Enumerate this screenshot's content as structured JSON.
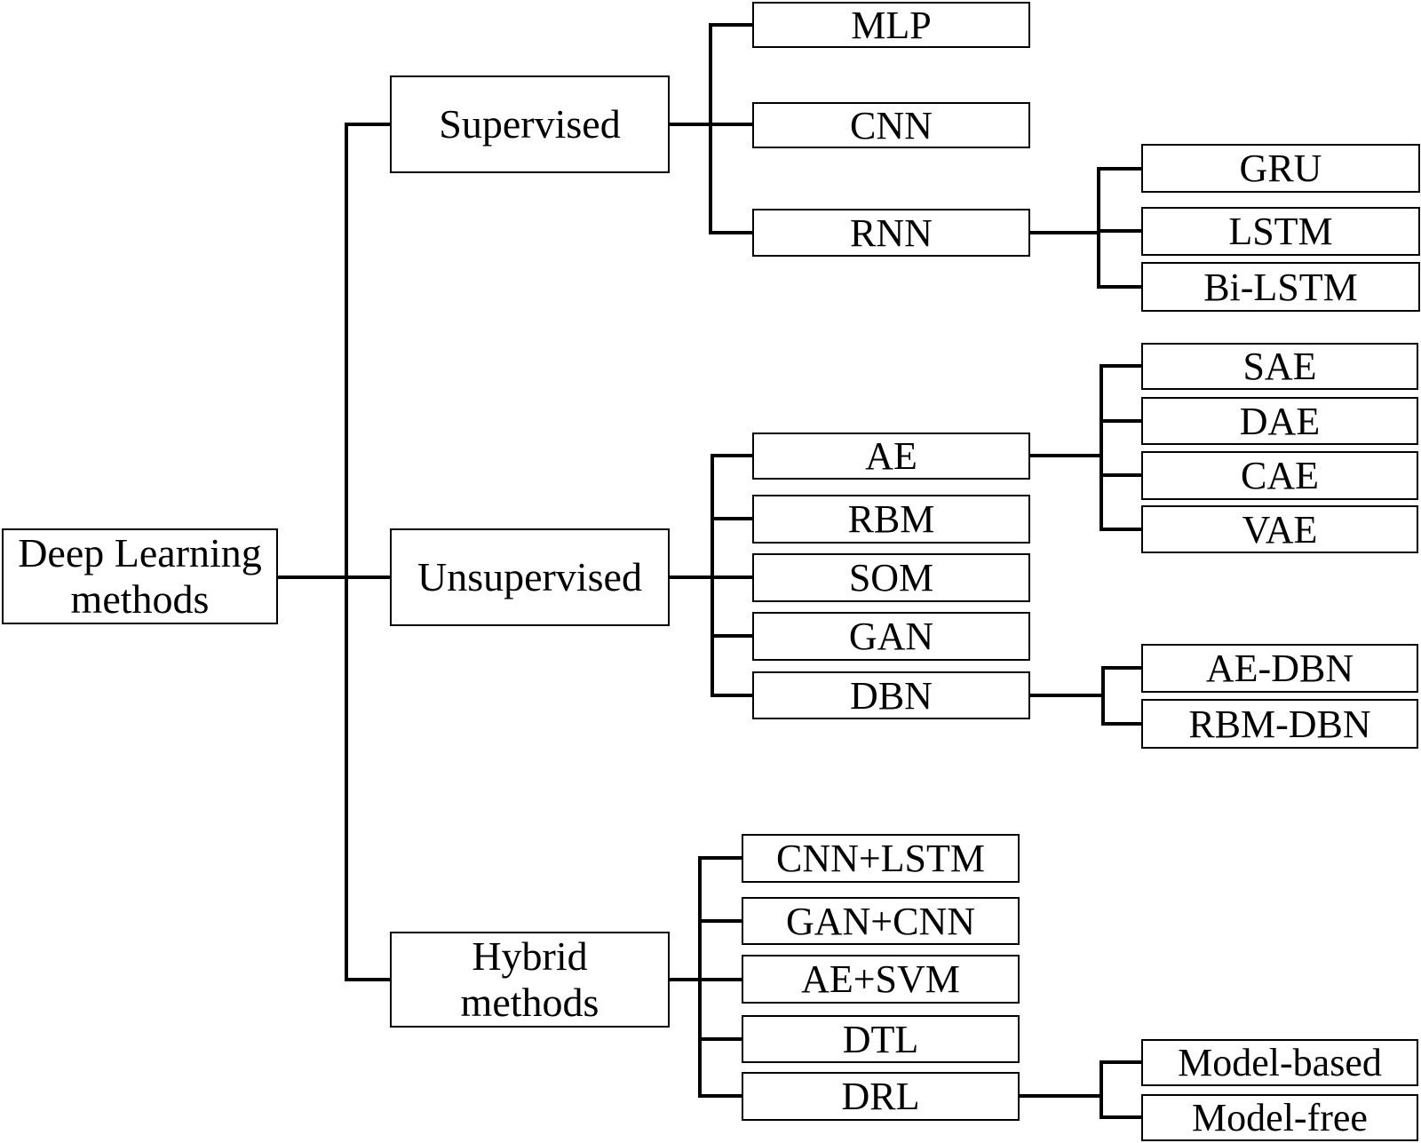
{
  "nodes": {
    "root": "Deep Learning\nmethods",
    "supervised": "Supervised",
    "unsupervised": "Unsupervised",
    "hybrid": "Hybrid\nmethods",
    "mlp": "MLP",
    "cnn": "CNN",
    "rnn": "RNN",
    "gru": "GRU",
    "lstm": "LSTM",
    "bilstm": "Bi-LSTM",
    "ae": "AE",
    "rbm": "RBM",
    "som": "SOM",
    "gan": "GAN",
    "dbn": "DBN",
    "sae": "SAE",
    "dae": "DAE",
    "cae": "CAE",
    "vae": "VAE",
    "ae_dbn": "AE-DBN",
    "rbm_dbn": "RBM-DBN",
    "cnn_lstm": "CNN+LSTM",
    "gan_cnn": "GAN+CNN",
    "ae_svm": "AE+SVM",
    "dtl": "DTL",
    "drl": "DRL",
    "model_based": "Model-based",
    "model_free": "Model-free"
  },
  "colors": {
    "background": "#ffffff",
    "line": "#000000",
    "text": "#000000"
  }
}
